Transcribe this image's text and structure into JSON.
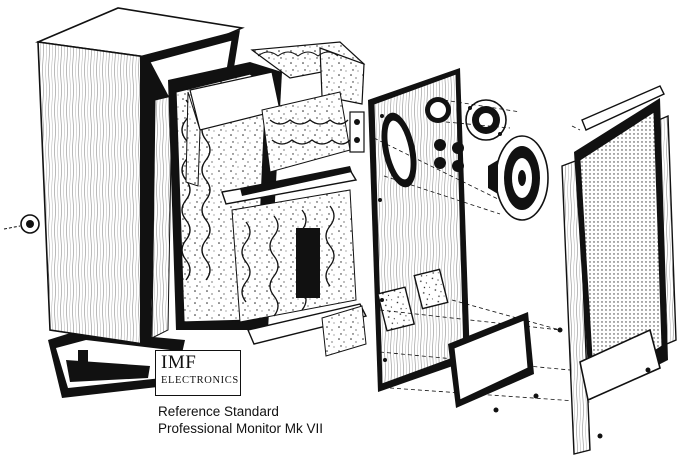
{
  "brand": {
    "name": "IMF",
    "subtitle": "ELECTRONICS"
  },
  "caption": {
    "line1": "Reference Standard",
    "line2": "Professional Monitor Mk VII"
  },
  "panel_plate_text": "Reference Standard Professional Monitor Mk VII"
}
